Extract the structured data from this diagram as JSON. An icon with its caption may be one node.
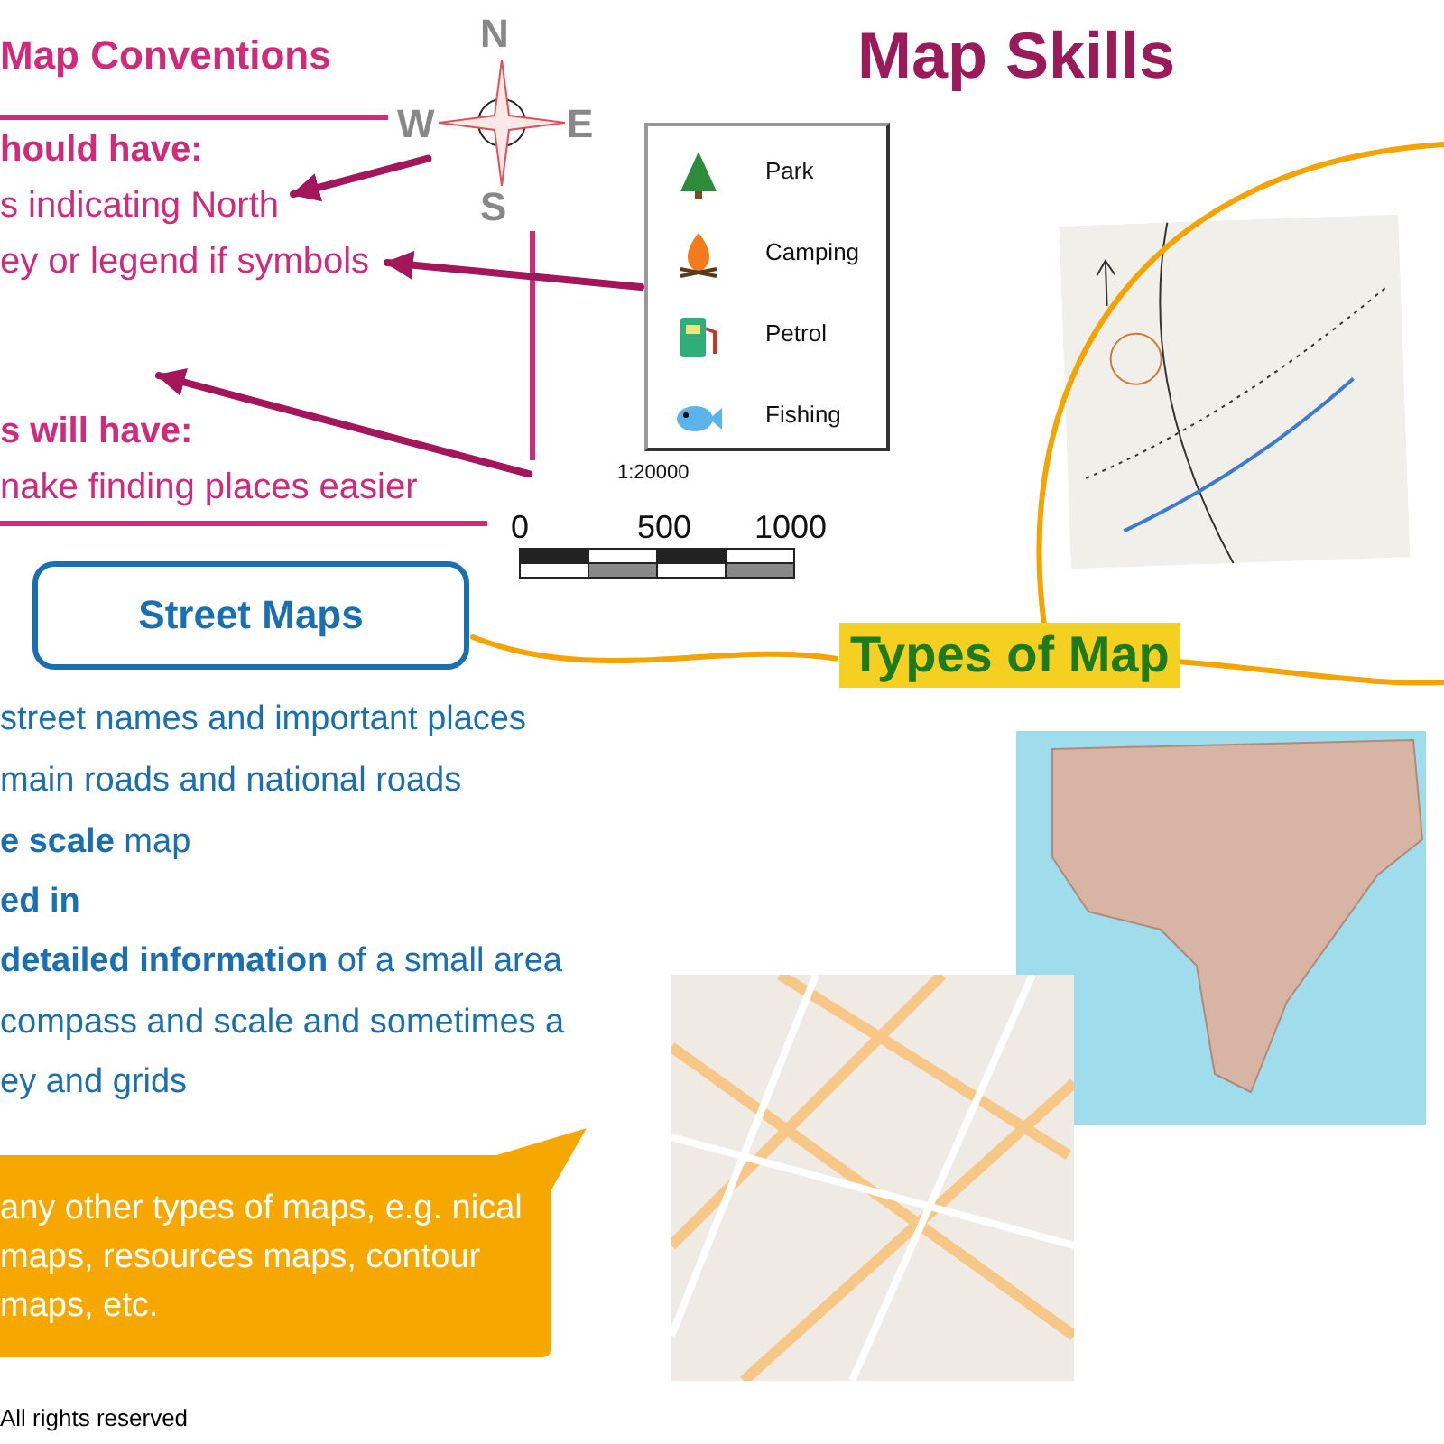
{
  "diagram": {
    "title": "Map Skills",
    "nodes": [
      {
        "text": [
          "N",
          "W",
          "E",
          "S"
        ]
      },
      {
        "text": [
          "s indicating North"
        ]
      },
      {
        "text": [
          "ey or legend if symbols"
        ]
      },
      {
        "text": [
          "Park",
          "Camping",
          "Petrol",
          "Fishing"
        ]
      },
      {
        "text": [
          "1:20000",
          "0",
          "500",
          "1000"
        ]
      },
      {
        "text": [
          "Street Maps"
        ]
      },
      {
        "text": [
          "Types of Map"
        ]
      },
      {
        "text": [
          "any other types of maps, e.g. nical maps, resources maps, contour maps, etc."
        ]
      }
    ],
    "edges": [
      {
        "from": 0,
        "to": 1,
        "arrow": "to",
        "color": "#a3175a"
      },
      {
        "from": 3,
        "to": 2,
        "arrow": "to",
        "color": "#a3175a"
      },
      {
        "from": 4,
        "to": null,
        "arrow": "to",
        "color": "#a3175a"
      },
      {
        "from": 5,
        "to": 6,
        "arrow": "none",
        "color": "#f4a300"
      },
      {
        "from": 6,
        "to": null,
        "arrow": "none",
        "color": "#f4a300"
      },
      {
        "from": 6,
        "to": null,
        "arrow": "none",
        "color": "#f4a300"
      }
    ],
    "labels": [
      "Map Conventions",
      "hould have:",
      "s will have:",
      "nake finding places easier",
      "street names and important places",
      "main roads and national roads",
      "**e scale** map",
      "ed in",
      "**detailed information** of a small area",
      "compass and scale and sometimes a",
      "ey and grids",
      "All rights reserved"
    ]
  }
}
